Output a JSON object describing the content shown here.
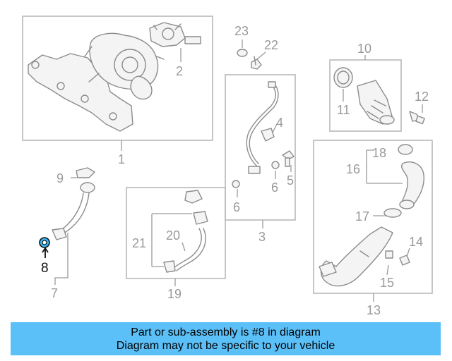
{
  "callouts": {
    "c1": "1",
    "c2": "2",
    "c3": "3",
    "c4": "4",
    "c5": "5",
    "c6a": "6",
    "c6b": "6",
    "c7": "7",
    "c8": "8",
    "c9": "9",
    "c10": "10",
    "c11": "11",
    "c12": "12",
    "c13": "13",
    "c14": "14",
    "c15": "15",
    "c16": "16",
    "c17": "17",
    "c18": "18",
    "c19": "19",
    "c20": "20",
    "c21": "21",
    "c22": "22",
    "c23": "23"
  },
  "highlight": {
    "part_number": "8",
    "color": "#39b7f5"
  },
  "banner": {
    "line1": "Part or sub-assembly is #8 in diagram",
    "line2": "Diagram may not be specific to your vehicle",
    "background": "#5bc0f8"
  }
}
